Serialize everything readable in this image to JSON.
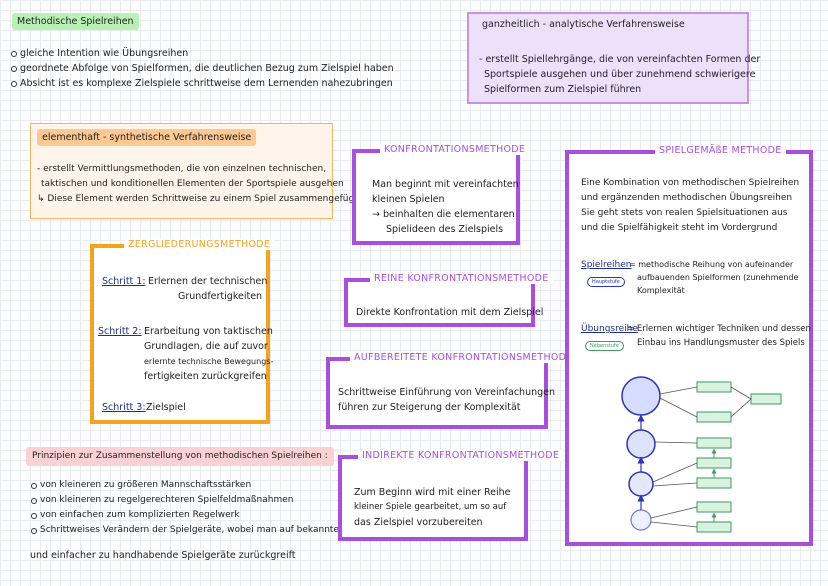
{
  "title": "Methodische Spielreihen",
  "intro": [
    "gleiche Intention wie Übungsreihen",
    "geordnete Abfolge von Spielformen, die deutlichen Bezug zum Zielspiel haben",
    "Absicht ist es komplexe Zielspiele schrittweise dem Lernenden nahezubringen"
  ],
  "ganzheitlich": {
    "title": "ganzheitlich - analytische Verfahrensweise",
    "lines": [
      "- erstellt Spiellehrgänge, die von vereinfachten Formen der",
      "Sportspiele ausgehen und über zunehmend schwierigere",
      "Spielformen zum Zielspiel führen"
    ]
  },
  "elementhaft": {
    "title": "elementhaft - synthetische Verfahrensweise",
    "lines": [
      "- erstellt Vermittlungsmethoden, die von einzelnen technischen,",
      "taktischen und konditionellen Elementen der Sportspiele ausgehen",
      "↳ Diese Element werden Schrittweise zu einem Spiel zusammengefügt"
    ]
  },
  "zergliederung": {
    "title": "ZERGLIEDERUNGSMETHODE",
    "steps": [
      {
        "label": "Schritt 1:",
        "lines": [
          "Erlernen der technischen",
          "Grundfertigkeiten"
        ]
      },
      {
        "label": "Schritt 2:",
        "lines": [
          "Erarbeitung von taktischen",
          "Grundlagen, die auf zuvor",
          "erlernte technische Bewegungs-",
          "fertigkeiten zurückgreifen"
        ]
      },
      {
        "label": "Schritt 3:",
        "lines": [
          "Zielspiel"
        ]
      }
    ]
  },
  "prinzipien": {
    "title": "Prinzipien zur Zusammenstellung von methodischen Spielreihen :",
    "items": [
      "von kleineren zu größeren Mannschaftsstärken",
      "von kleineren zu regelgerechteren Spielfeldmaßnahmen",
      "von einfachen zum komplizierten Regelwerk",
      "Schrittweises Verändern der Spielgeräte, wobei man auf bekannte"
    ],
    "continuation": "und einfacher zu handhabende Spielgeräte zurückgreift"
  },
  "konfrontation": {
    "title": "KONFRONTATIONSMETHODE",
    "lines": [
      "Man beginnt mit vereinfachten",
      "kleinen Spielen",
      "→ beinhalten die elementaren",
      "Spielideen des Zielspiels"
    ]
  },
  "reine": {
    "title": "REINE KONFRONTATIONSMETHODE",
    "text": "Direkte Konfrontation mit dem Zielspiel"
  },
  "aufbereitete": {
    "title": "AUFBEREITETE KONFRONTATIONSMETHODE",
    "lines": [
      "Schrittweise Einführung von Vereinfachungen",
      "führen zur Steigerung der Komplexität"
    ]
  },
  "indirekte": {
    "title": "INDIREKTE KONFRONTATIONSMETHODE",
    "lines": [
      "Zum Beginn wird mit einer Reihe",
      "kleiner Spiele gearbeitet, um so auf",
      "das Zielspiel vorzubereiten"
    ]
  },
  "spielgemaesse": {
    "title": "SPIELGEMÄßE METHODE",
    "intro": [
      "Eine Kombination von methodischen Spielreihen",
      "und ergänzenden methodischen Übungsreihen",
      "Sie geht stets von realen Spielsituationen aus",
      "und die Spielfähigkeit steht im Vordergrund"
    ],
    "spielreihen_term": "Spielreihen",
    "spielreihen_badge": "Hauptstufe",
    "spielreihen_def": [
      "= methodische Reihung von aufeinander",
      "aufbauenden Spielformen (zunehmende",
      "Komplexität"
    ],
    "uebungsreihe_term": "Übungsreihe",
    "uebungsreihe_badge": "Nebenstufe",
    "uebungsreihe_def": [
      "= Erlernen wichtiger Techniken und dessen",
      "Einbau ins Handlungsmuster des Spiels"
    ]
  },
  "colors": {
    "green": "#b9f0b4",
    "lavender": "#e5d2f7",
    "purple_border": "#b56ad8",
    "peach": "#fdd7b0",
    "orange_border": "#f0a23c",
    "pink": "#fbd2d4",
    "frame_purple": "#a84fe0",
    "frame_orange": "#f5a21f",
    "circle_blue": "#2a35b8",
    "rect_green": "#3d9a63"
  }
}
